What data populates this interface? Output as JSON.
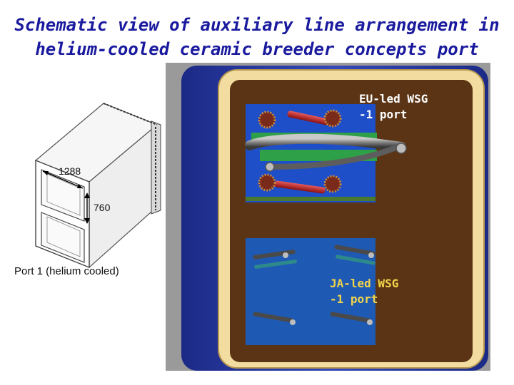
{
  "title": {
    "line1": "Schematic view of auxiliary line arrangement in",
    "line2": "helium-cooled ceramic breeder concepts port"
  },
  "sketch": {
    "width_label": "1288",
    "height_label": "760",
    "caption": "Port 1 (helium cooled)"
  },
  "labels": {
    "eu_line1": "EU-led WSG",
    "eu_line2": "-1 port",
    "ja_line1": "JA-led WSG",
    "ja_line2": "-1 port"
  },
  "colors": {
    "frame_blue": "#2a3aa0",
    "frame_cream": "#f2dca0",
    "interior_brown": "#5a3414",
    "eu_panel": "#1f4fc8",
    "ja_panel": "#1e5ab4",
    "title": "#1a1a9e"
  }
}
